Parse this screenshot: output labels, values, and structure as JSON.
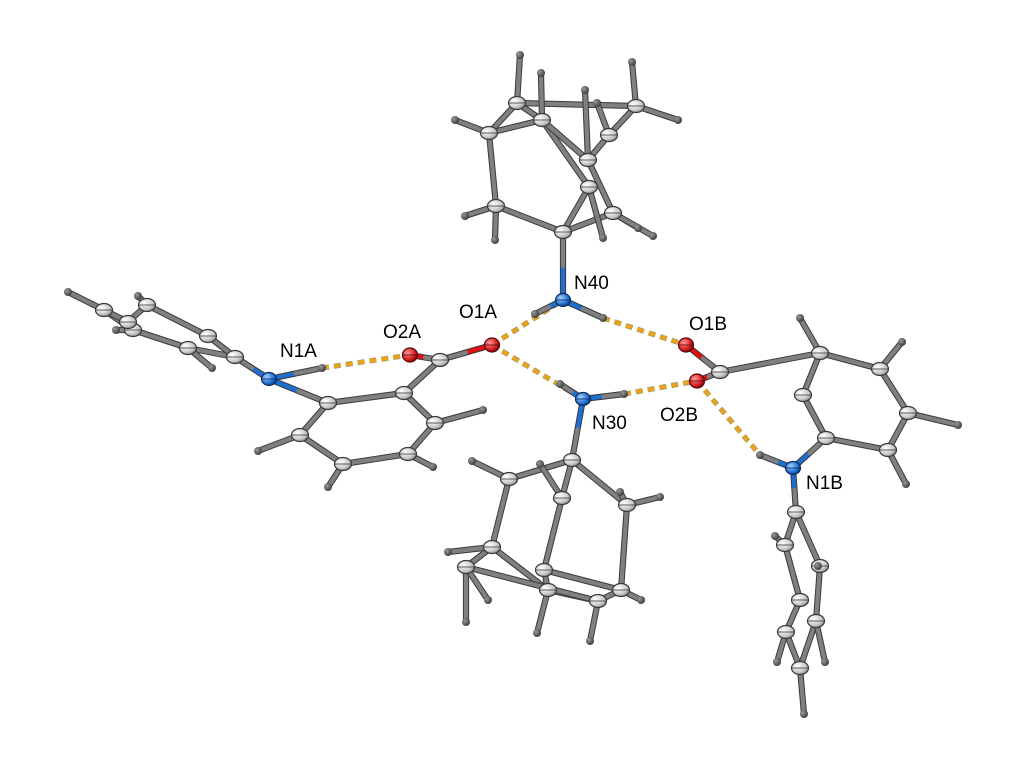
{
  "labels": {
    "n40": "N40",
    "o1a": "O1A",
    "o1b": "O1B",
    "o2a": "O2A",
    "n1a": "N1A",
    "n30": "N30",
    "o2b": "O2B",
    "n1b": "N1B"
  },
  "colors": {
    "carbon": "#c8c8c8",
    "hydrogen": "#555555",
    "nitrogen": "#1f6fd1",
    "oxygen": "#d41a1a",
    "hydrogen_bond": "#e8a317"
  }
}
